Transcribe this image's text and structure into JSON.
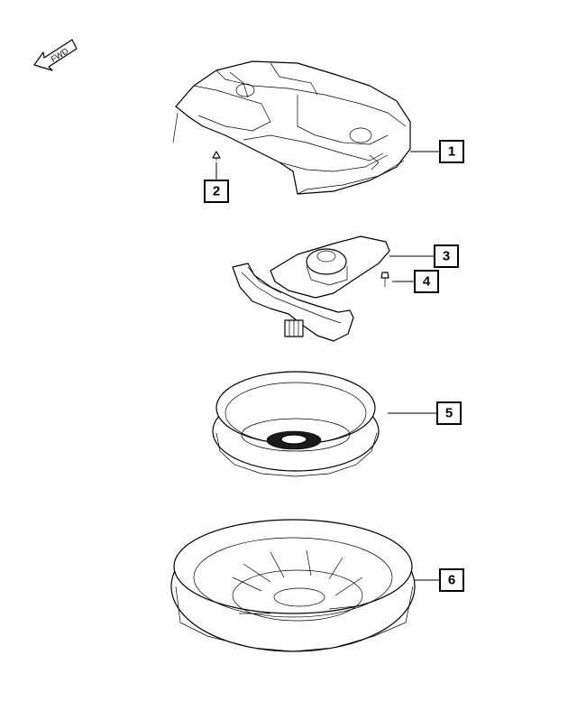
{
  "fwd_label": "FWD",
  "callouts": [
    {
      "id": "1",
      "label": "1"
    },
    {
      "id": "2",
      "label": "2"
    },
    {
      "id": "3",
      "label": "3"
    },
    {
      "id": "4",
      "label": "4"
    },
    {
      "id": "5",
      "label": "5"
    },
    {
      "id": "6",
      "label": "6"
    }
  ]
}
